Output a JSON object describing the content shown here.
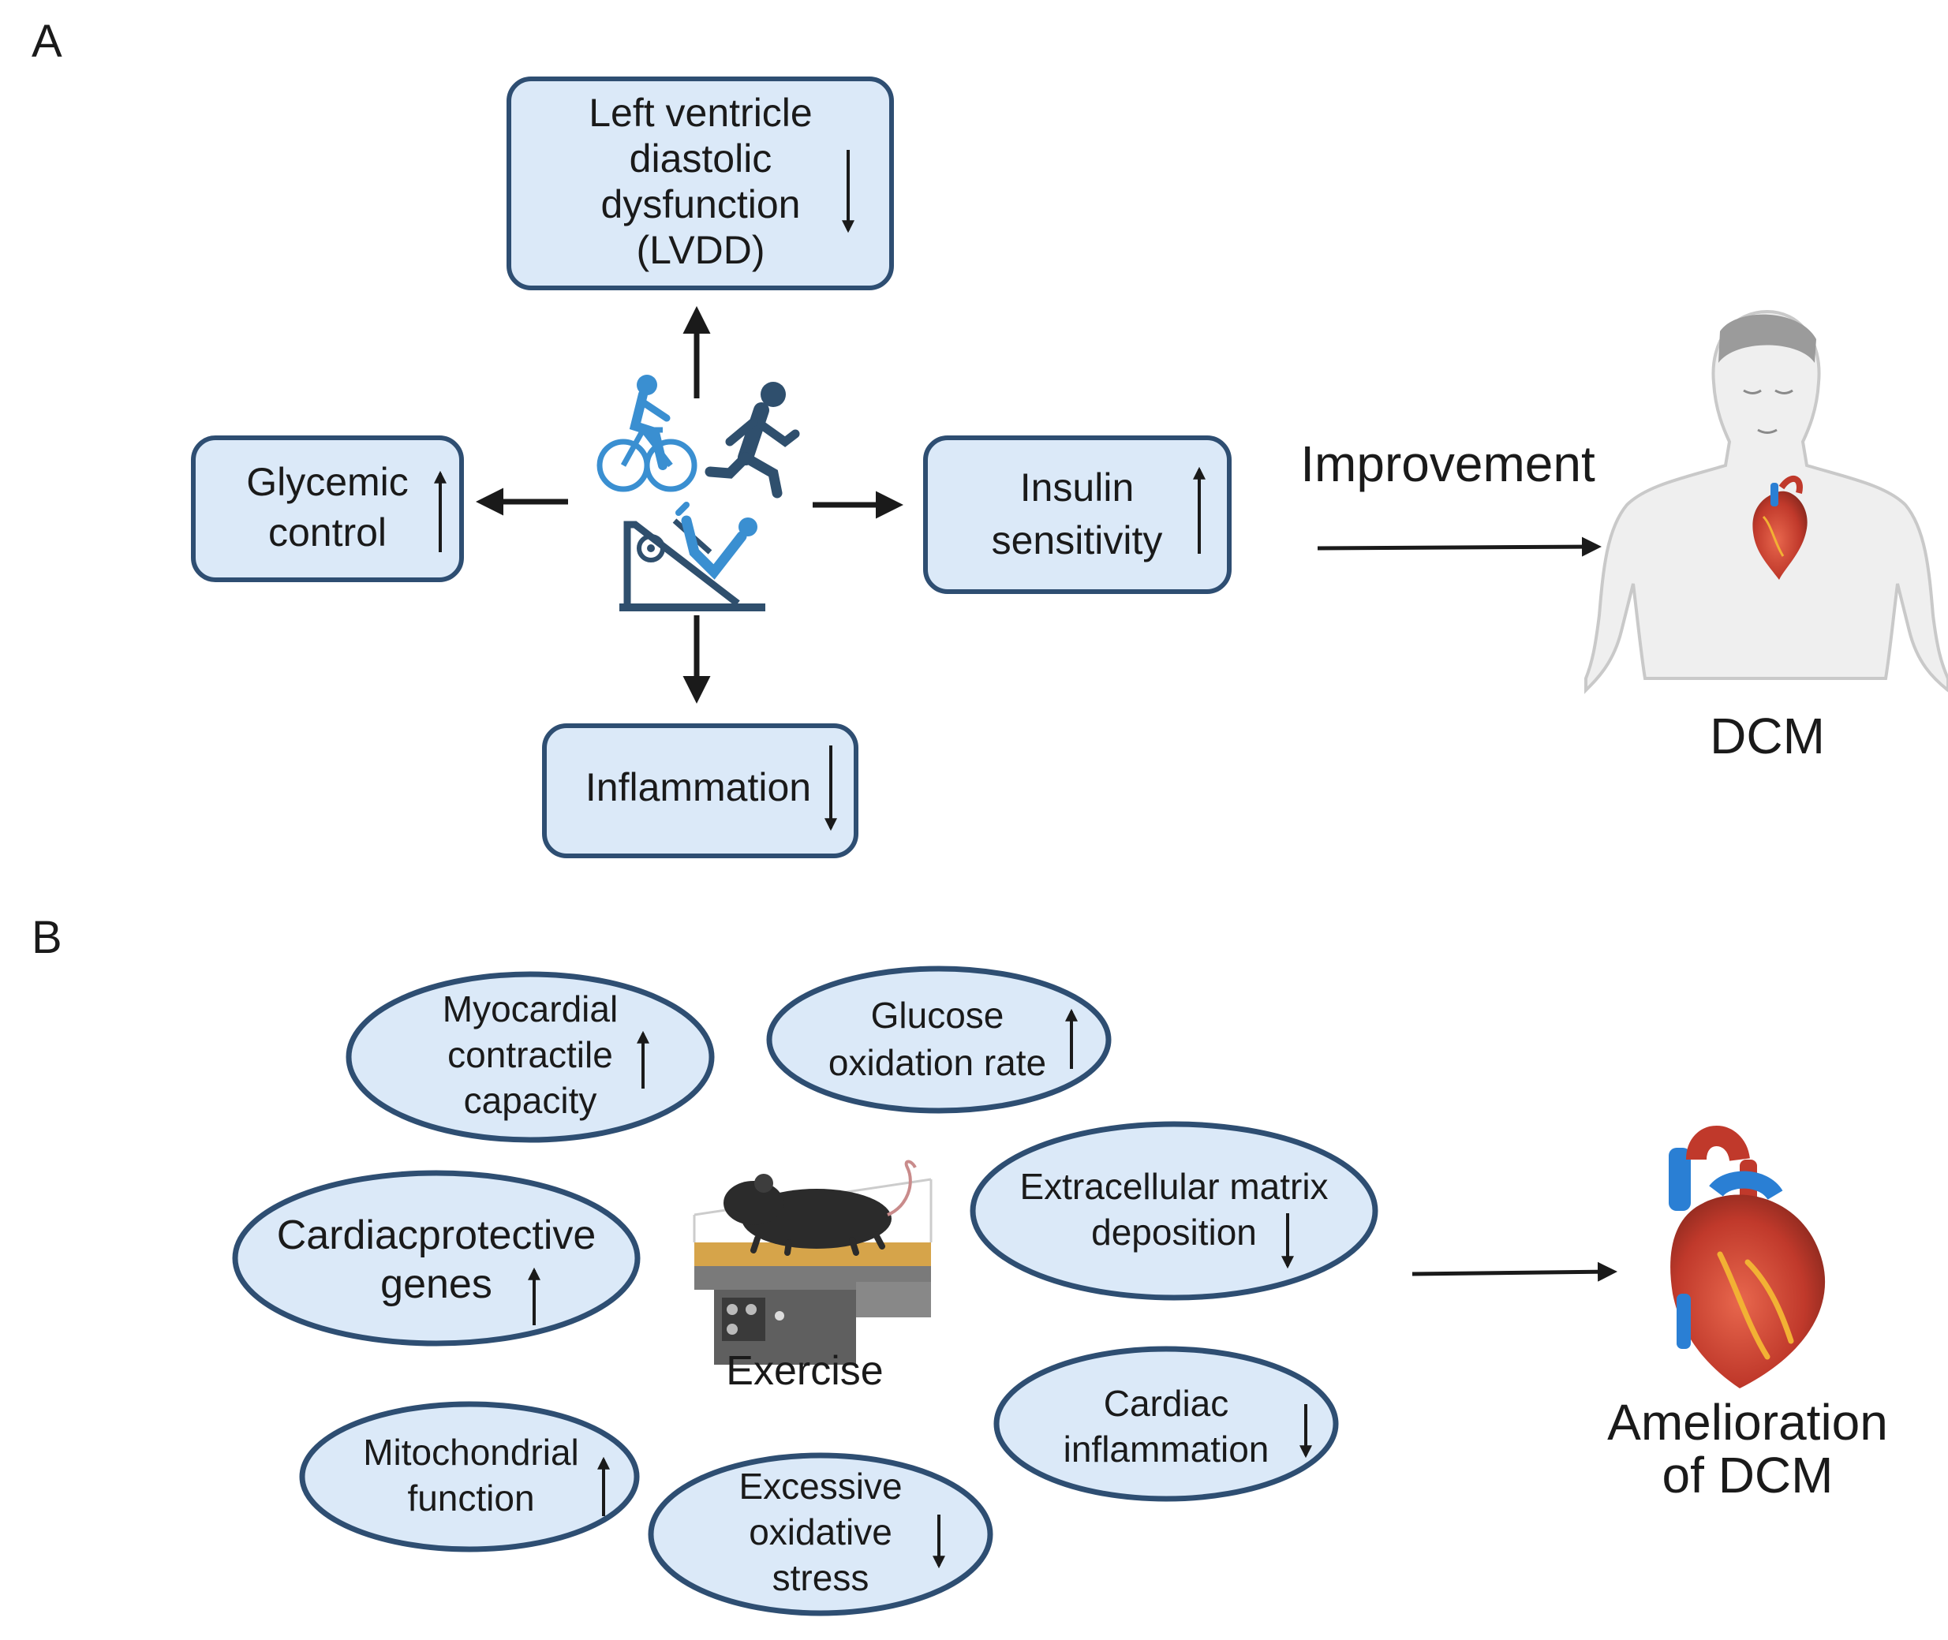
{
  "panel_a": {
    "label": "A",
    "lvdd": {
      "lines": [
        "Left ventricle",
        "diastolic",
        "dysfunction",
        "(LVDD)"
      ],
      "trend": "down"
    },
    "glycemic": {
      "lines": [
        "Glycemic",
        "control"
      ],
      "trend": "up"
    },
    "insulin": {
      "lines": [
        "Insulin",
        "sensitivity"
      ],
      "trend": "up"
    },
    "inflammation": {
      "lines": [
        "Inflammation"
      ],
      "trend": "down"
    },
    "improvement_label": "Improvement",
    "outcome_label": "DCM",
    "icons": [
      "cyclist-icon",
      "runner-icon",
      "leg-press-icon",
      "human-body-icon",
      "heart-icon"
    ]
  },
  "panel_b": {
    "label": "B",
    "myocardial": {
      "lines": [
        "Myocardial",
        "contractile",
        "capacity"
      ],
      "trend": "up"
    },
    "glucose": {
      "lines": [
        "Glucose",
        "oxidation rate"
      ],
      "trend": "up"
    },
    "cardioprotective": {
      "lines": [
        "Cardiacprotective",
        "genes"
      ],
      "trend": "up"
    },
    "ecm": {
      "lines": [
        "Extracellular matrix",
        "deposition"
      ],
      "trend": "down"
    },
    "mitochondrial": {
      "lines": [
        "Mitochondrial",
        "function"
      ],
      "trend": "up"
    },
    "cardiac_inflammation": {
      "lines": [
        "Cardiac",
        "inflammation"
      ],
      "trend": "down"
    },
    "oxidative": {
      "lines": [
        "Excessive",
        "oxidative",
        "stress"
      ],
      "trend": "down"
    },
    "exercise_label": "Exercise",
    "outcome_lines": [
      "Amelioration",
      "of DCM"
    ],
    "icons": [
      "mouse-treadmill-icon",
      "heart-icon"
    ]
  },
  "colors": {
    "box_fill": "#dbe9f8",
    "box_stroke": "#2e4e72",
    "arrow": "#1a1a1a",
    "figure_blue": "#3a8fd1",
    "figure_dark": "#2f4f6d"
  }
}
